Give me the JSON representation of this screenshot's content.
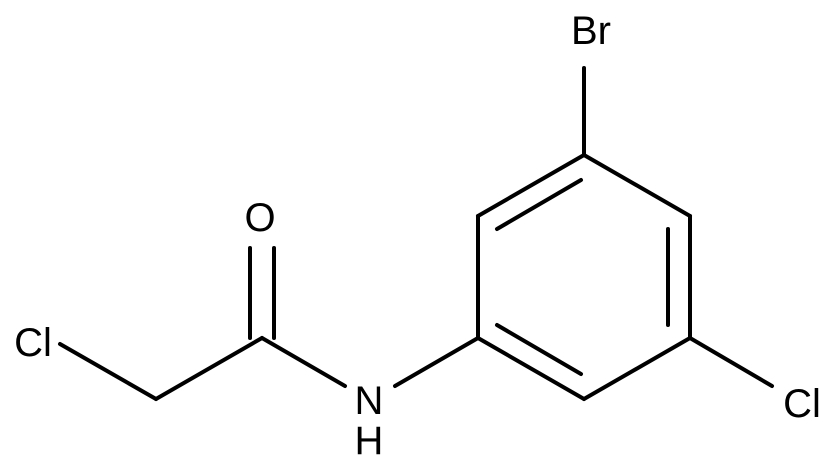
{
  "molecule": {
    "atoms": {
      "bromine": "Br",
      "oxygen": "O",
      "chlorine_alkyl": "Cl",
      "chlorine_ring": "Cl",
      "nitrogen": "N",
      "hydrogen": "H"
    }
  },
  "colors": {
    "bond": "#000000",
    "label": "#000000",
    "background": "#ffffff"
  }
}
